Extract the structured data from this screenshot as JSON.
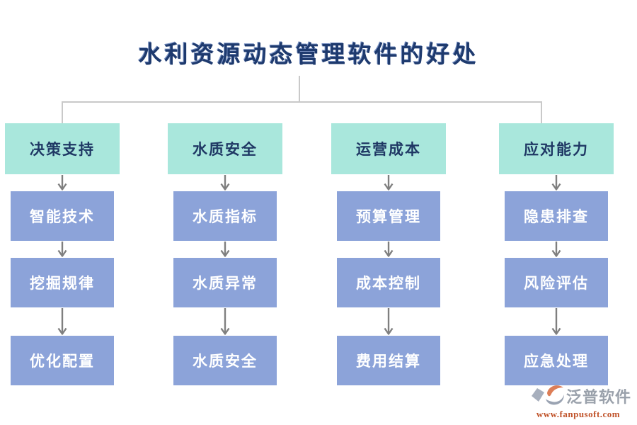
{
  "title": {
    "text": "水利资源动态管理软件的好处"
  },
  "columns": [
    {
      "header": "决策支持",
      "items": [
        "智能技术",
        "挖掘规律",
        "优化配置"
      ]
    },
    {
      "header": "水质安全",
      "items": [
        "水质指标",
        "水质异常",
        "水质安全"
      ]
    },
    {
      "header": "运营成本",
      "items": [
        "预算管理",
        "成本控制",
        "费用结算"
      ]
    },
    {
      "header": "应对能力",
      "items": [
        "隐患排查",
        "风险评估",
        "应急处理"
      ]
    }
  ],
  "colors": {
    "title_text": "#1e3a6e",
    "header_bg": "#a9e7dc",
    "header_text": "#1f3864",
    "item_bg": "#8ca3d9",
    "item_text": "#ffffff",
    "connector_line": "#c9c9c9",
    "arrow": "#7f7f7f",
    "brand_text": "#9aa1ab",
    "brand_url": "#c0532a",
    "logo_orange": "#dd7e57",
    "logo_gray": "#9aa3b2"
  },
  "watermark": {
    "brand": "泛普软件",
    "url": "www.fanpusoft.com"
  }
}
